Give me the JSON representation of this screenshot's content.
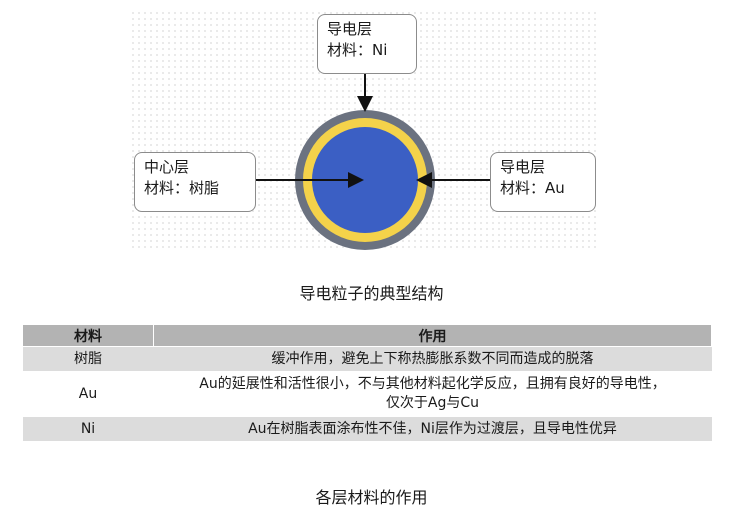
{
  "callouts": {
    "top": {
      "line1": "导电层",
      "line2": "材料：Ni"
    },
    "left": {
      "line1": "中心层",
      "line2": "材料：树脂"
    },
    "right": {
      "line1": "导电层",
      "line2": "材料：Au"
    }
  },
  "diagram_caption": "导电粒子的典型结构",
  "table": {
    "headers": [
      "材料",
      "作用"
    ],
    "rows": [
      {
        "material": "树脂",
        "role": "缓冲作用，避免上下称热膨胀系数不同而造成的脱落"
      },
      {
        "material": "Au",
        "role_line1": "Au的延展性和活性很小，不与其他材料起化学反应，且拥有良好的导电性，",
        "role_line2": "仅次于Ag与Cu"
      },
      {
        "material": "Ni",
        "role": "Au在树脂表面涂布性不佳，Ni层作为过渡层，且导电性优异"
      }
    ]
  },
  "table_caption": "各层材料的作用",
  "colors": {
    "core": "#3b5fc4",
    "gold_layer": "#f4d24a",
    "nickel_layer": "#6b7280"
  }
}
